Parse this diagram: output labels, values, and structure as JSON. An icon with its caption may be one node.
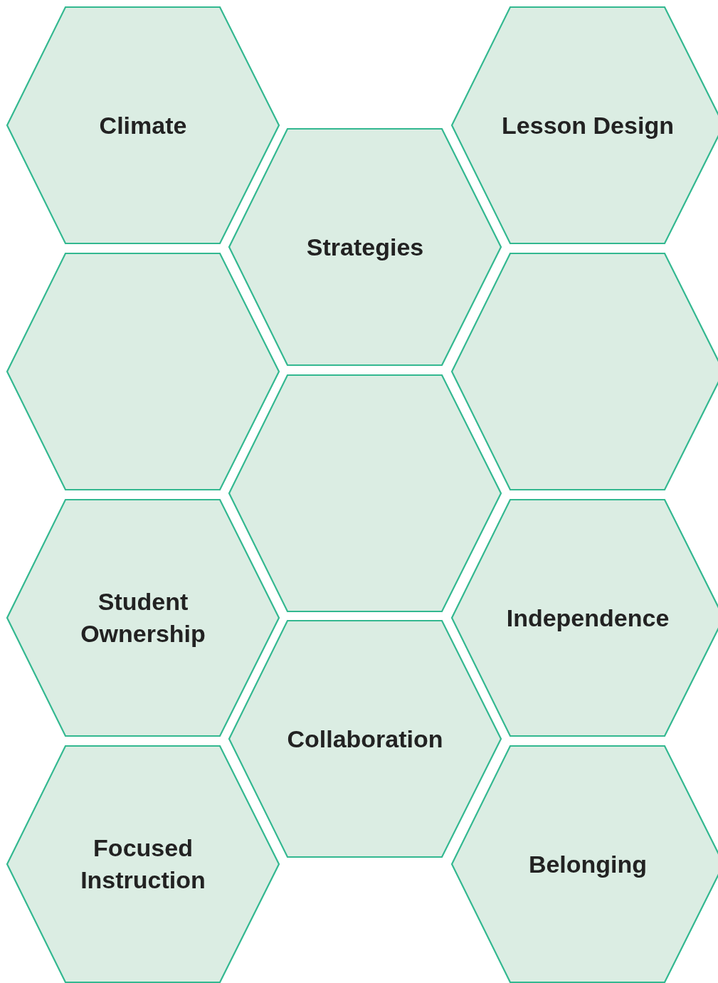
{
  "diagram": {
    "nodes": [
      {
        "text": [
          "Climate"
        ]
      },
      {
        "text": [
          "Lesson Design"
        ]
      },
      {
        "text": [
          "Strategies"
        ]
      },
      {
        "text": [],
        "shape": "hexagon"
      },
      {
        "text": [],
        "shape": "hexagon"
      },
      {
        "text": [],
        "shape": "hexagon"
      },
      {
        "text": [
          "Student Ownership"
        ]
      },
      {
        "text": [
          "Independence"
        ]
      },
      {
        "text": [
          "Collaboration"
        ]
      },
      {
        "text": [
          "Focused Instruction"
        ]
      },
      {
        "text": [
          "Belonging"
        ]
      }
    ]
  }
}
